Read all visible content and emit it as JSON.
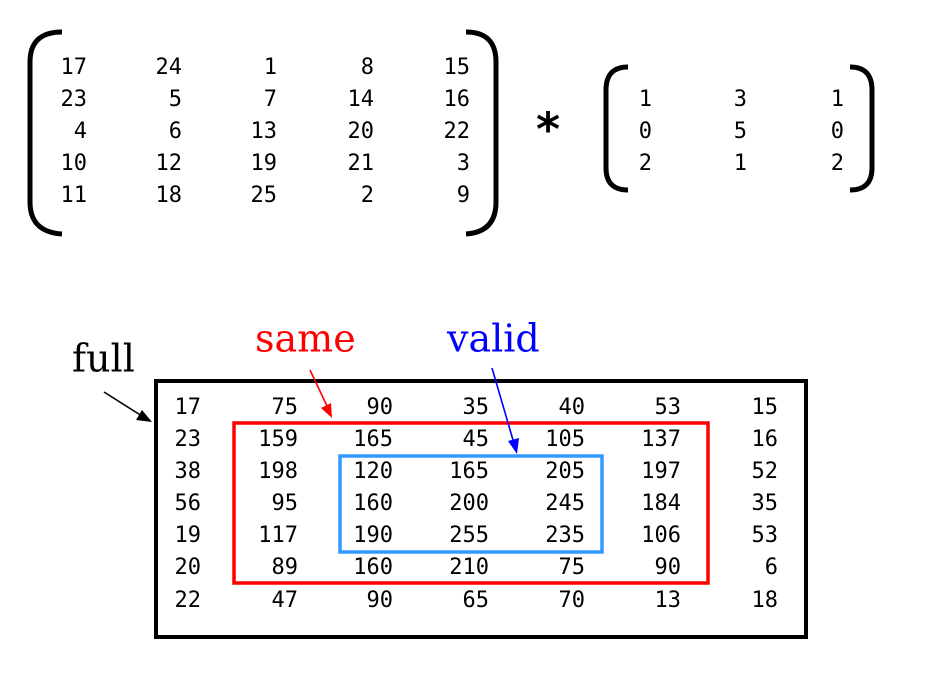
{
  "matrix_a": [
    [
      "17",
      "24",
      "1",
      "8",
      "15"
    ],
    [
      "23",
      "5",
      "7",
      "14",
      "16"
    ],
    [
      "4",
      "6",
      "13",
      "20",
      "22"
    ],
    [
      "10",
      "12",
      "19",
      "21",
      "3"
    ],
    [
      "11",
      "18",
      "25",
      "2",
      "9"
    ]
  ],
  "operator": "*",
  "matrix_b": [
    [
      "1",
      "3",
      "1"
    ],
    [
      "0",
      "5",
      "0"
    ],
    [
      "2",
      "1",
      "2"
    ]
  ],
  "result": [
    [
      "17",
      "75",
      "90",
      "35",
      "40",
      "53",
      "15"
    ],
    [
      "23",
      "159",
      "165",
      "45",
      "105",
      "137",
      "16"
    ],
    [
      "38",
      "198",
      "120",
      "165",
      "205",
      "197",
      "52"
    ],
    [
      "56",
      "95",
      "160",
      "200",
      "245",
      "184",
      "35"
    ],
    [
      "19",
      "117",
      "190",
      "255",
      "235",
      "106",
      "53"
    ],
    [
      "20",
      "89",
      "160",
      "210",
      "75",
      "90",
      "6"
    ],
    [
      "22",
      "47",
      "90",
      "65",
      "70",
      "13",
      "18"
    ]
  ],
  "labels": {
    "full": "full",
    "same": "same",
    "valid": "valid"
  },
  "colors": {
    "full": "#000000",
    "same": "#ff0000",
    "valid": "#0000ff",
    "valid_box": "#3399ff"
  }
}
